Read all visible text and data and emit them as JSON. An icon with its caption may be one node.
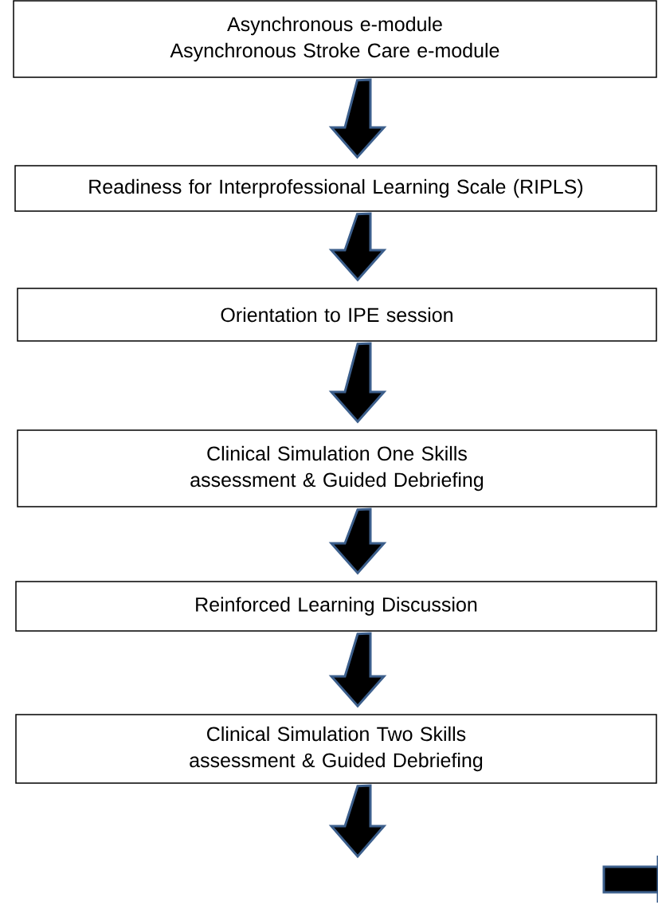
{
  "diagram": {
    "nodes": [
      {
        "text": [
          "Asynchronous e-module Asynchronous Stroke Care e-module"
        ]
      },
      {
        "text": [
          "Readiness for Interprofessional Learning Scale (RIPLS)"
        ]
      },
      {
        "text": [
          "Orientation to IPE session"
        ]
      },
      {
        "text": [
          "Clinical Simulation One Skills assessment & Guided Debriefing"
        ]
      },
      {
        "text": [
          "Reinforced Learning Discussion"
        ]
      },
      {
        "text": [
          "Clinical Simulation Two Skills assessment & Guided Debriefing"
        ]
      }
    ],
    "edges": [
      {
        "from": 0,
        "to": 1,
        "arrow": "to"
      },
      {
        "from": 1,
        "to": 2,
        "arrow": "to"
      },
      {
        "from": 2,
        "to": 3,
        "arrow": "to"
      },
      {
        "from": 3,
        "to": 4,
        "arrow": "to"
      },
      {
        "from": 4,
        "to": 5,
        "arrow": "to"
      },
      {
        "from": 5,
        "to": null,
        "arrow": "to"
      }
    ]
  }
}
